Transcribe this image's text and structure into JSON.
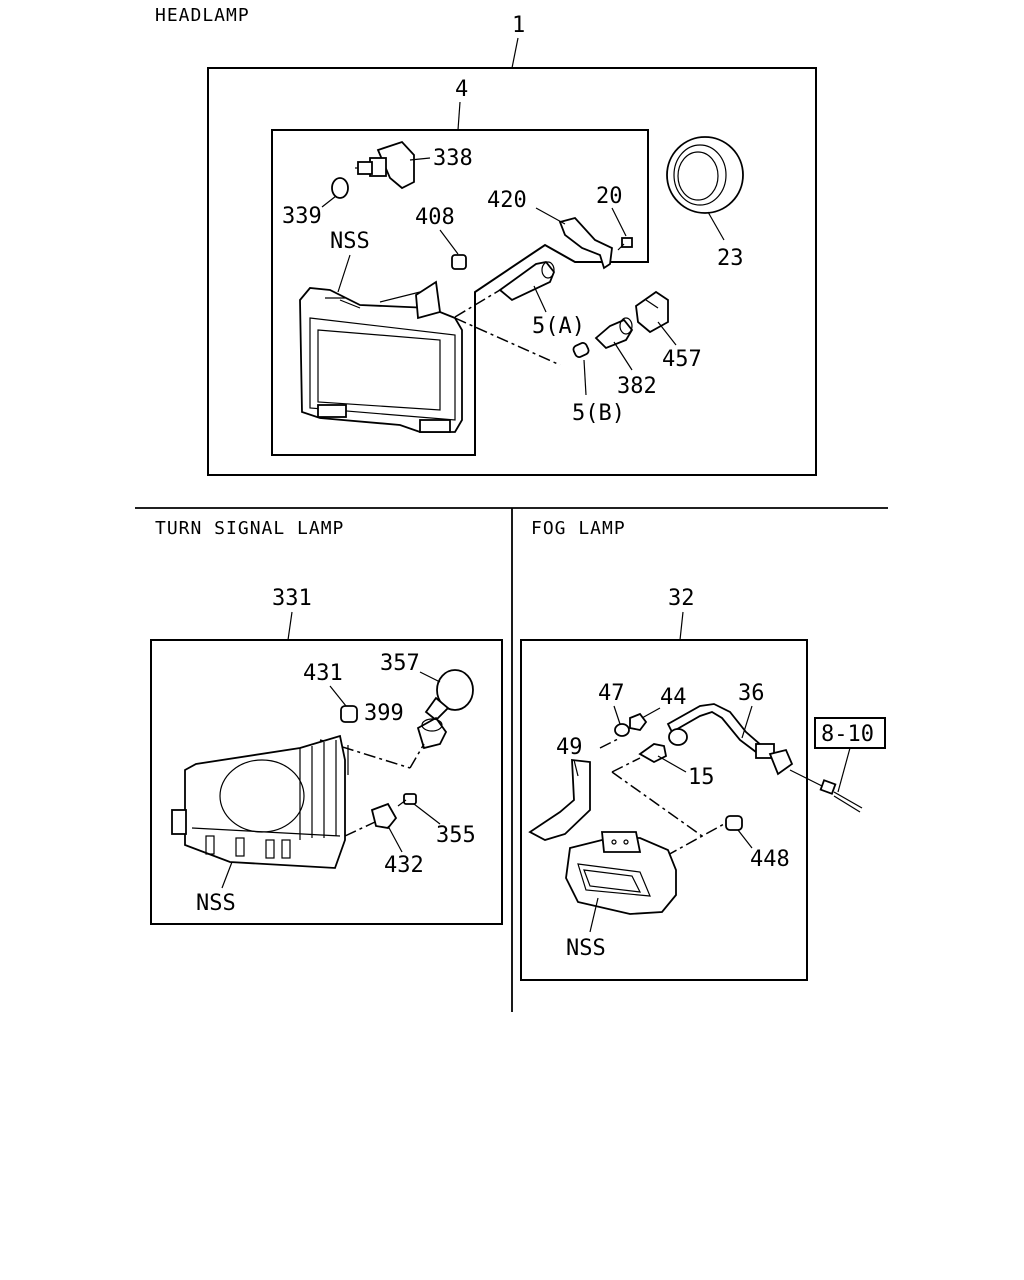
{
  "sections": {
    "headlamp": "HEADLAMP",
    "turn_signal": "TURN SIGNAL LAMP",
    "fog": "FOG LAMP"
  },
  "labels": {
    "h_1": "1",
    "h_4": "4",
    "h_338": "338",
    "h_339": "339",
    "h_420": "420",
    "h_20": "20",
    "h_408": "408",
    "h_nss": "NSS",
    "h_23": "23",
    "h_5a": "5(A)",
    "h_457": "457",
    "h_382": "382",
    "h_5b": "5(B)",
    "t_331": "331",
    "t_357": "357",
    "t_431": "431",
    "t_399": "399",
    "t_355": "355",
    "t_432": "432",
    "t_nss": "NSS",
    "f_32": "32",
    "f_36": "36",
    "f_47": "47",
    "f_44": "44",
    "f_49": "49",
    "f_8_10": "8-10",
    "f_15": "15",
    "f_448": "448",
    "f_nss": "NSS"
  }
}
